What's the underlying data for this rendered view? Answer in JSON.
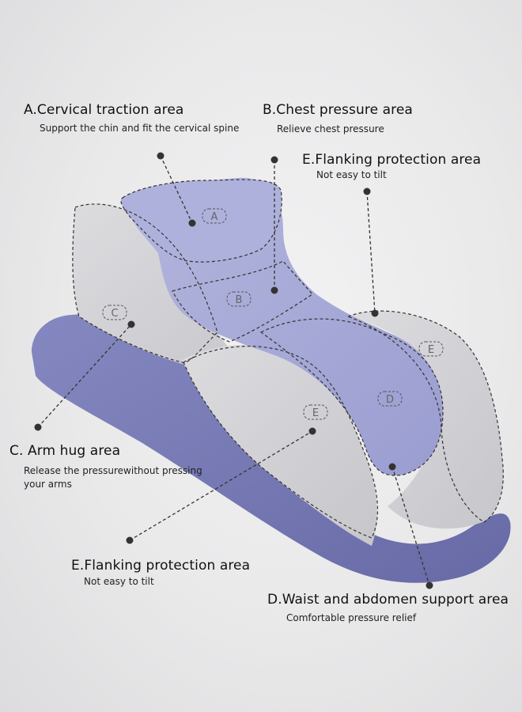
{
  "areas": {
    "a": {
      "title": "A.Cervical traction area",
      "desc": "Support the chin and fit the cervical spine",
      "tag": "A"
    },
    "b": {
      "title": "B.Chest pressure area",
      "desc": "Relieve chest pressure",
      "tag": "B"
    },
    "e_top": {
      "title": "E.Flanking protection area",
      "desc": "Not easy to tilt",
      "tag": "E"
    },
    "c": {
      "title": "C. Arm hug area",
      "desc": "Release the pressurewithout pressing your arms",
      "tag": "C"
    },
    "e_bottom": {
      "title": "E.Flanking protection area",
      "desc": "Not easy to tilt",
      "tag": "E"
    },
    "d": {
      "title": "D.Waist and abdomen support area",
      "desc": "Comfortable pressure relief",
      "tag": "D"
    }
  },
  "colors": {
    "base": "#7b7fb8",
    "base_dark": "#5f639c",
    "top": "#a9acd8",
    "gray": "#d2d2d6",
    "line": "#333333"
  }
}
